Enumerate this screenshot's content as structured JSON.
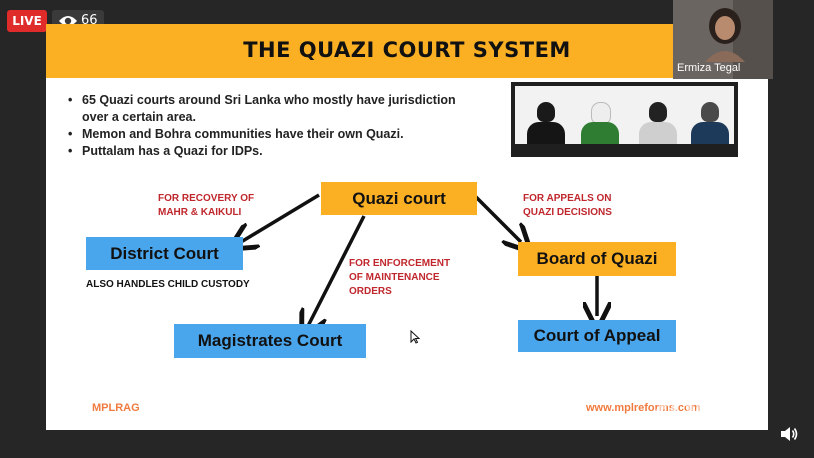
{
  "live_badge": "LIVE",
  "viewer_count": "66",
  "slide": {
    "title": "THE QUAZI COURT SYSTEM",
    "bullets": [
      "65 Quazi courts around Sri Lanka who mostly have jurisdiction over a certain area.",
      "Memon and Bohra communities have their own Quazi.",
      "Puttalam has a Quazi for IDPs."
    ],
    "boxes": {
      "quazi_court": "Quazi court",
      "district_court": "District Court",
      "magistrates_court": "Magistrates Court",
      "board_of_quazi": "Board of Quazi",
      "court_of_appeal": "Court of Appeal"
    },
    "notes": {
      "recovery_line1": "FOR RECOVERY OF",
      "recovery_line2": "MAHR & KAIKULI",
      "enforcement_line1": "FOR ENFORCEMENT",
      "enforcement_line2": "OF MAINTENANCE",
      "enforcement_line3": "ORDERS",
      "appeals_line1": "FOR APPEALS ON",
      "appeals_line2": "QUAZI DECISIONS",
      "custody": "ALSO HANDLES CHILD CUSTODY"
    },
    "footer_left": "MPLRAG",
    "footer_right": "www.mplreforms.com"
  },
  "watermark": "zoom",
  "participant_name": "Ermiza Tegal",
  "colors": {
    "banner": "#fbb024",
    "box_blue": "#4aa6ec",
    "note_red": "#c0272d",
    "footer_orange": "#f07b3f",
    "live_red": "#e02b2b"
  },
  "icons": [
    "eye-icon",
    "speaker-icon",
    "mouse-cursor-icon"
  ]
}
